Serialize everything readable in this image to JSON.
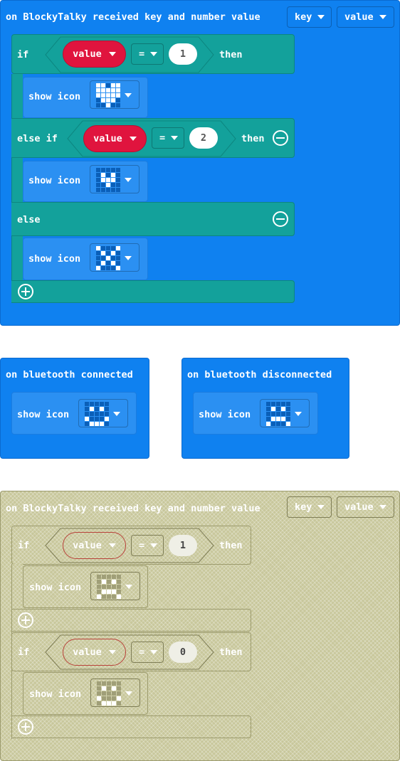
{
  "colors": {
    "event_blue": "#0f81f0",
    "logic_teal": "#13a19b",
    "basic_blue": "#2b90f2",
    "value_red": "#e0143e",
    "disabled": "#c8c79b"
  },
  "group1": {
    "event_label": "on BlockyTalky received key and number value",
    "key_dd": "key",
    "value_dd": "value",
    "if_label": "if",
    "then_label": "then",
    "elseif_label": "else if",
    "else_label": "else",
    "cond1": {
      "var": "value",
      "op": "=",
      "num": "1"
    },
    "cond2": {
      "var": "value",
      "op": "=",
      "num": "2"
    },
    "show_icon": "show icon"
  },
  "group2": {
    "label": "on bluetooth connected",
    "show_icon": "show icon"
  },
  "group3": {
    "label": "on bluetooth disconnected",
    "show_icon": "show icon"
  },
  "group4": {
    "event_label": "on BlockyTalky received key and number value",
    "key_dd": "key",
    "value_dd": "value",
    "if_label": "if",
    "then_label": "then",
    "cond1": {
      "var": "value",
      "op": "=",
      "num": "1"
    },
    "cond2": {
      "var": "value",
      "op": "=",
      "num": "0"
    },
    "show_icon": "show icon"
  },
  "icons": {
    "heart": "heart-pattern",
    "small_heart": "small-heart-pattern",
    "no": "x-pattern",
    "happy": "happy-pattern",
    "sad": "sad-pattern",
    "ghost": "ghost-pattern"
  }
}
